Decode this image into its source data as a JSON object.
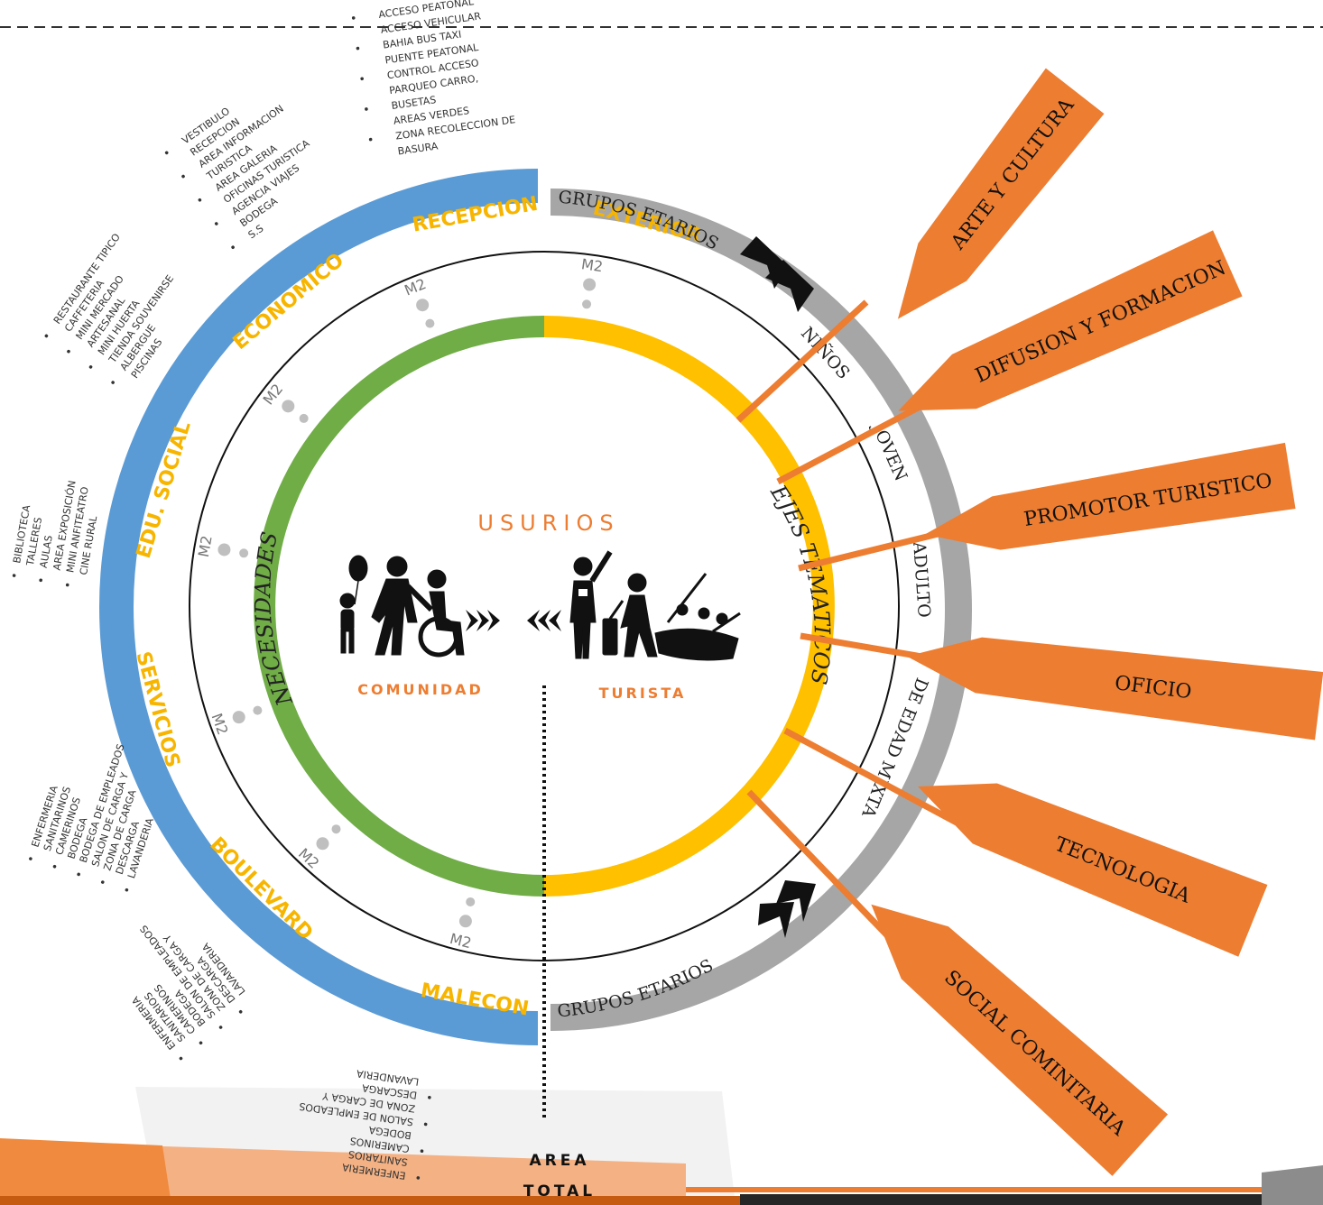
{
  "center": {
    "title": "USURIOS",
    "left_label": "COMUNIDAD",
    "right_label": "TURISTA",
    "left_arc_label": "NECESIDADES",
    "right_arc_label": "EJES TEMATICOS",
    "area_label_line1": "AREA",
    "area_label_line2": "TOTAL",
    "m2": "M2"
  },
  "colors": {
    "blue": "#5b9bd5",
    "yellow": "#ffc000",
    "green": "#70ad47",
    "orange": "#ed7d31",
    "grey": "#a6a6a6"
  },
  "ring_sections": [
    {
      "label": "EXTERIOR",
      "items": [
        "ACCESO PEATONAL",
        "ACCESO VEHICULAR",
        "BAHIA BUS TAXI",
        "PUENTE PEATONAL",
        "CONTROL ACCESO",
        "PARQUEO CARRO,",
        "BUSETAS",
        "AREAS VERDES",
        "ZONA RECOLECCION DE",
        "BASURA"
      ]
    },
    {
      "label": "RECEPCION",
      "items": [
        "VESTIBULO",
        "RECEPCION",
        "AREA INFORMACION",
        "TURISTICA",
        "AREA GALERIA",
        "OFICINAS TURISTICA",
        "AGENCIA VIAJES",
        "BODEGA",
        "S.S"
      ]
    },
    {
      "label": "ECONOMICO",
      "items": [
        "RESTAURANTE TIPICO",
        "CAFFETERIA",
        "MINI MERCADO",
        "ARTESANAL",
        "MINI HUERTA",
        "TIENDA SOUVENIRSE",
        "ALBERGUE",
        "PISCINAS"
      ]
    },
    {
      "label": "EDU. SOCIAL",
      "items": [
        "BIBLIOTECA",
        "TALLERES",
        "AULAS",
        "AREA EXPOSICIÓN",
        "MINI ANFITEATRO",
        "CINE RURAL"
      ]
    },
    {
      "label": "SERVICIOS",
      "items": [
        "ENFERMERIA",
        "SANITARINOS",
        "CAMERINOS",
        "BODEGA",
        "BODEGA DE EMPLEADOS",
        "SALON DE CARGA Y",
        "ZONA DE CARGA",
        "DESCARGA",
        "LAVANDERIA"
      ]
    },
    {
      "label": "BOULEVARD",
      "items": [
        "ENFERMERIA",
        "SANITARIOS",
        "CAMERINOS",
        "BODEGA",
        "SALON DE EMPLEADOS",
        "ZONA DE CARGA Y",
        "DESCARGA",
        "LAVANDERIA"
      ]
    },
    {
      "label": "MALECON",
      "items": [
        "ENFERMERIA",
        "SANITARIOS",
        "CAMERINOS",
        "BODEGA",
        "SALON DE EMPLEADOS",
        "ZONA DE CARGA Y",
        "DESCARGA",
        "LAVANDERIA"
      ]
    }
  ],
  "grey_ring": {
    "top_label": "GRUPOS ETARIOS",
    "bottom_label": "GRUPOS ETARIOS",
    "age_groups": [
      "NIÑOS",
      "JOVEN",
      "ADULTO",
      "ADULTO DE EDAD MIXTA"
    ]
  },
  "thematic_axes": [
    "ARTE Y CULTURA",
    "DIFUSION Y FORMACION",
    "PROMOTOR TURISTICO",
    "OFICIO",
    "TECNOLOGIA",
    "SOCIAL COMINITARIA"
  ]
}
